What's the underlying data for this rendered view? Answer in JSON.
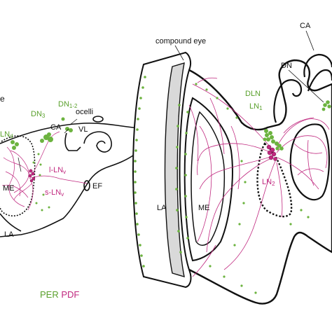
{
  "colors": {
    "per": "#6cb33f",
    "pdf": "#c0287f",
    "outline": "#111111",
    "lamina_fill": "#d9d9d9"
  },
  "left_panel": {
    "labels": {
      "e": "e",
      "dn12": "DN",
      "dn12_sub": "1-2",
      "ocelli": "ocelli",
      "dn3": "DN",
      "dn3_sub": "3",
      "ca": "CA",
      "vl": "VL",
      "lnd": "LN",
      "lnd_sub": "d",
      "lLNv": "l-LN",
      "lLNv_sub": "v",
      "sLNv": "s-LN",
      "sLNv_sub": "v",
      "me": "ME",
      "ef": "EF",
      "la": "LA"
    }
  },
  "right_panel": {
    "labels": {
      "compound_eye": "compound eye",
      "ca": "CA",
      "dn": "DN",
      "dln": "DLN",
      "ln1": "LN",
      "ln1_sub": "1",
      "ln2": "LN",
      "ln2_sub": "2",
      "la": "LA",
      "me": "ME"
    }
  },
  "legend": {
    "per": "PER",
    "pdf": "PDF"
  }
}
